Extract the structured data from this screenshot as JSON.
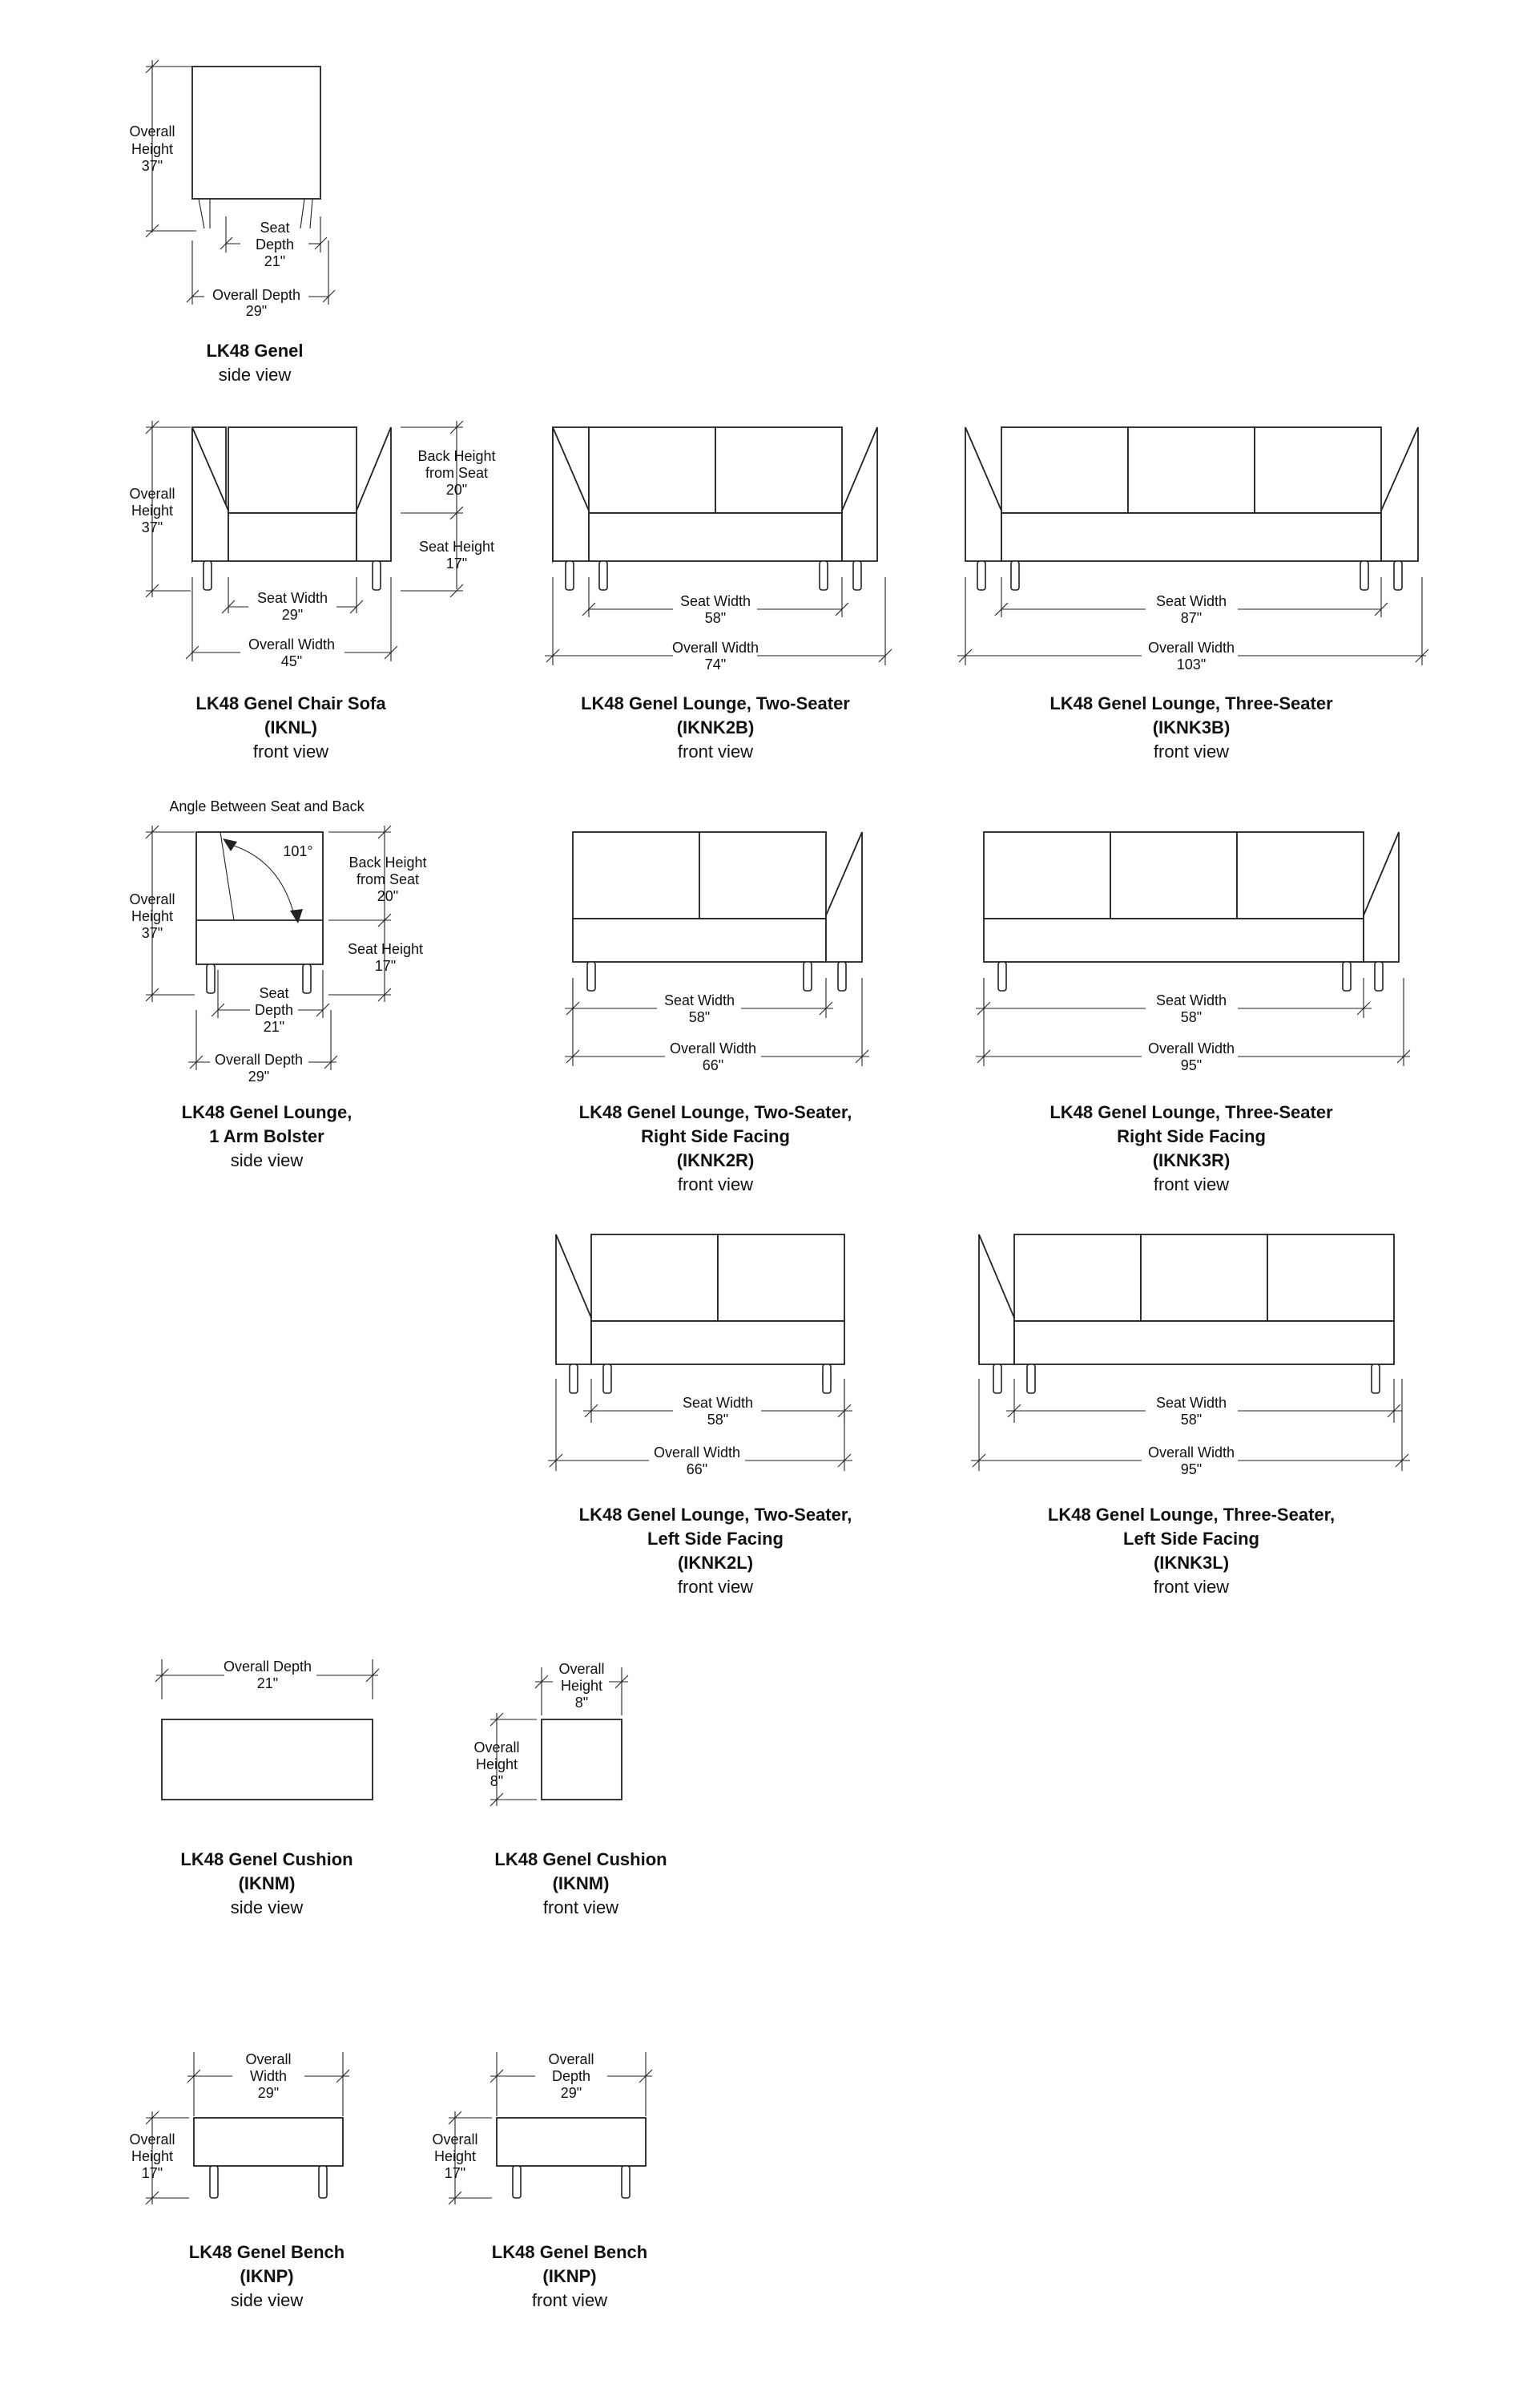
{
  "colors": {
    "line": "#222222",
    "text": "#111111",
    "background": "#ffffff"
  },
  "d1": {
    "title": "LK48 Genel",
    "view": "side view",
    "oh_1": "Overall",
    "oh_2": "Height",
    "oh_3": "37\"",
    "sd_1": "Seat",
    "sd_2": "Depth",
    "sd_3": "21\"",
    "od_1": "Overall Depth",
    "od_2": "29\""
  },
  "d2": {
    "title": "LK48 Genel Chair Sofa",
    "code": "(IKNL)",
    "view": "front view",
    "oh_1": "Overall",
    "oh_2": "Height",
    "oh_3": "37\"",
    "bh_1": "Back Height",
    "bh_2": "from Seat",
    "bh_3": "20\"",
    "sh_1": "Seat Height",
    "sh_2": "17\"",
    "sw_1": "Seat Width",
    "sw_2": "29\"",
    "ow_1": "Overall Width",
    "ow_2": "45\""
  },
  "d3": {
    "title": "LK48 Genel Lounge, Two-Seater",
    "code": "(IKNK2B)",
    "view": "front view",
    "sw_1": "Seat Width",
    "sw_2": "58\"",
    "ow_1": "Overall Width",
    "ow_2": "74\""
  },
  "d4": {
    "title": "LK48 Genel Lounge, Three-Seater",
    "code": "(IKNK3B)",
    "view": "front view",
    "sw_1": "Seat Width",
    "sw_2": "87\"",
    "ow_1": "Overall Width",
    "ow_2": "103\""
  },
  "d5": {
    "title_1": "LK48 Genel Lounge,",
    "title_2": "1 Arm Bolster",
    "view": "side view",
    "angle_label": "Angle Between Seat and Back",
    "angle_value": "101°",
    "oh_1": "Overall",
    "oh_2": "Height",
    "oh_3": "37\"",
    "bh_1": "Back Height",
    "bh_2": "from Seat",
    "bh_3": "20\"",
    "sh_1": "Seat Height",
    "sh_2": "17\"",
    "sd_1": "Seat",
    "sd_2": "Depth",
    "sd_3": "21\"",
    "od_1": "Overall Depth",
    "od_2": "29\""
  },
  "d6": {
    "title_1": "LK48 Genel Lounge, Two-Seater,",
    "title_2": "Right Side Facing",
    "code": "(IKNK2R)",
    "view": "front view",
    "sw_1": "Seat Width",
    "sw_2": "58\"",
    "ow_1": "Overall Width",
    "ow_2": "66\""
  },
  "d7": {
    "title_1": "LK48 Genel Lounge, Three-Seater",
    "title_2": "Right Side Facing",
    "code": "(IKNK3R)",
    "view": "front view",
    "sw_1": "Seat Width",
    "sw_2": "58\"",
    "ow_1": "Overall Width",
    "ow_2": "95\""
  },
  "d8": {
    "title_1": "LK48 Genel Lounge, Two-Seater,",
    "title_2": "Left Side Facing",
    "code": "(IKNK2L)",
    "view": "front view",
    "sw_1": "Seat Width",
    "sw_2": "58\"",
    "ow_1": "Overall Width",
    "ow_2": "66\""
  },
  "d9": {
    "title_1": "LK48 Genel Lounge, Three-Seater,",
    "title_2": "Left Side Facing",
    "code": "(IKNK3L)",
    "view": "front view",
    "sw_1": "Seat Width",
    "sw_2": "58\"",
    "ow_1": "Overall Width",
    "ow_2": "95\""
  },
  "d10": {
    "title": "LK48 Genel Cushion",
    "code": "(IKNM)",
    "view": "side view",
    "od_1": "Overall Depth",
    "od_2": "21\""
  },
  "d11": {
    "title": "LK48 Genel Cushion",
    "code": "(IKNM)",
    "view": "front view",
    "oh_top_1": "Overall",
    "oh_top_2": "Height",
    "oh_top_3": "8\"",
    "oh_1": "Overall",
    "oh_2": "Height",
    "oh_3": "8\""
  },
  "d12": {
    "title": "LK48 Genel Bench",
    "code": "(IKNP)",
    "view": "side view",
    "ow_1": "Overall",
    "ow_2": "Width",
    "ow_3": "29\"",
    "oh_1": "Overall",
    "oh_2": "Height",
    "oh_3": "17\""
  },
  "d13": {
    "title": "LK48 Genel Bench",
    "code": "(IKNP)",
    "view": "front view",
    "od_1": "Overall",
    "od_2": "Depth",
    "od_3": "29\"",
    "oh_1": "Overall",
    "oh_2": "Height",
    "oh_3": "17\""
  }
}
